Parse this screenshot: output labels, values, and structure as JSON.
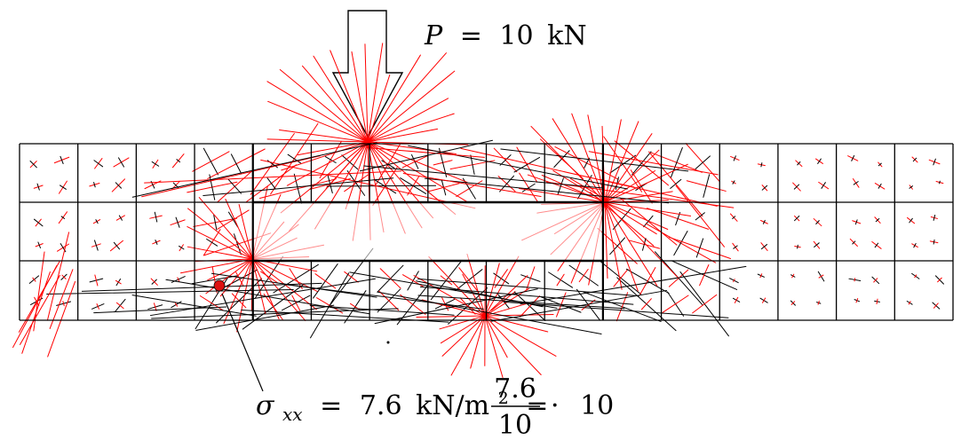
{
  "load": {
    "symbol": "P",
    "equals": "=",
    "value": "10",
    "unit": "kN"
  },
  "annotation": {
    "symbol": "σ",
    "subscript": "xx",
    "equals1": "=",
    "value": "7.6",
    "unit": "kN/m",
    "unit_power": "2",
    "equals2": "=",
    "numerator": "7.6",
    "denominator": "10",
    "dot": "·",
    "factor": "10"
  },
  "colors": {
    "mesh": "#000000",
    "tension_lines": "#ff0000",
    "compression_lines": "#000000",
    "marker": "#dd1111"
  },
  "mesh": {
    "columns": 16,
    "rows": 3,
    "opening": "rectangular hole in the middle of the beam, spanning columns 5–10 of the middle row"
  }
}
